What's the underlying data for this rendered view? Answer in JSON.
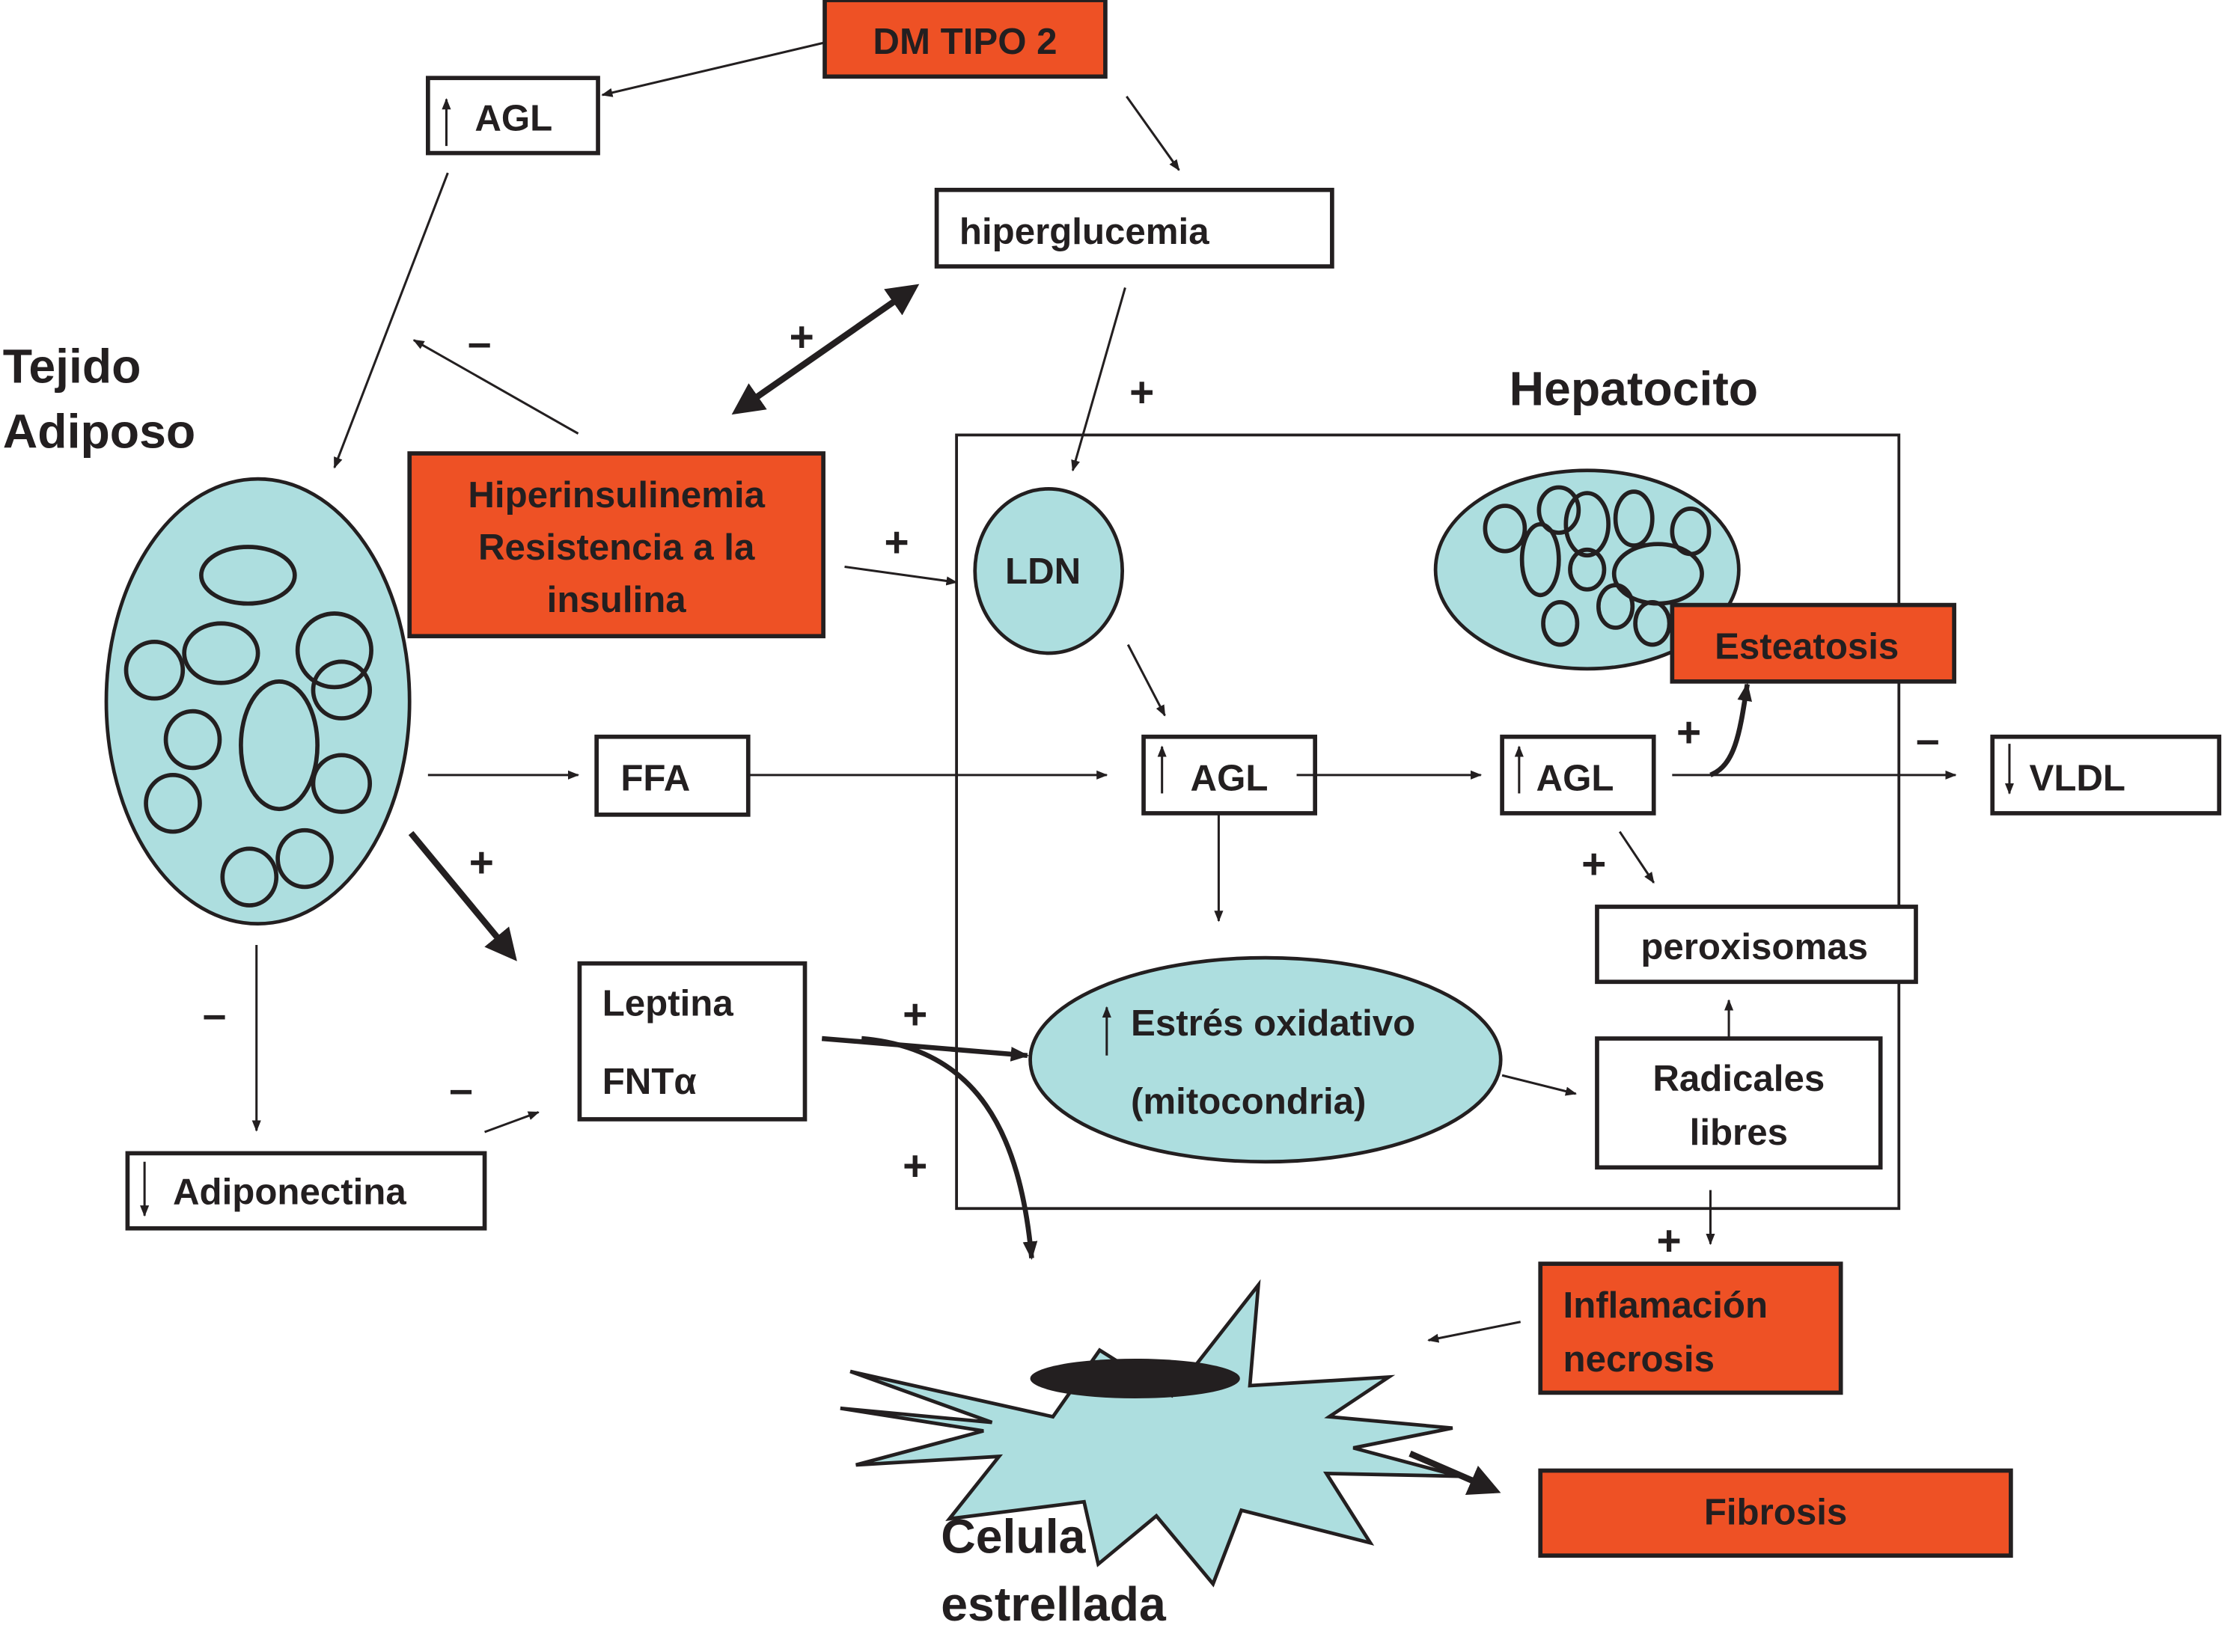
{
  "colors": {
    "accent_orange": "#ee5125",
    "cell_blue": "#addedf",
    "ink": "#231f20"
  },
  "labels": {
    "dm_tipo2": "DM TIPO 2",
    "agl_top": "AGL",
    "hiperglucemia": "hiperglucemia",
    "tejido_adiposo_1": "Tejido",
    "tejido_adiposo_2": "Adiposo",
    "hiperinsulinemia_1": "Hiperinsulinemia",
    "hiperinsulinemia_2": "Resistencia a la",
    "hiperinsulinemia_3": "insulina",
    "hepatocito": "Hepatocito",
    "ldn": "LDN",
    "esteatosis": "Esteatosis",
    "ffa": "FFA",
    "agl_mid": "AGL",
    "agl_right": "AGL",
    "vldl": "VLDL",
    "peroxisomas": "peroxisomas",
    "leptina": "Leptina",
    "fnta": "FNTα",
    "estres_1": "Estrés oxidativo",
    "estres_2": "(mitocondria)",
    "radicales_1": "Radicales",
    "radicales_2": "libres",
    "adiponectina": "Adiponectina",
    "inflamacion_1": "Inflamación",
    "inflamacion_2": "necrosis",
    "fibrosis": "Fibrosis",
    "celula_1": "Celula",
    "celula_2": "estrellada"
  },
  "signs": {
    "plus": "+",
    "minus": "–"
  },
  "indicators": {
    "up_arrow_icon": "increase",
    "down_arrow_icon": "decrease"
  }
}
